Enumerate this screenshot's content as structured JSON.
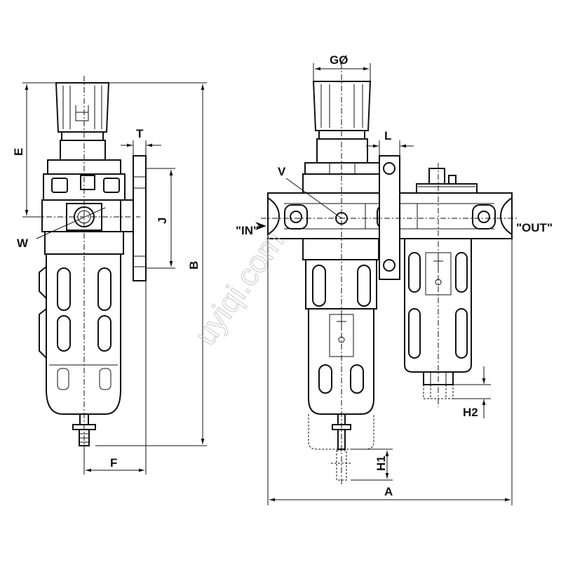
{
  "labels": {
    "E": "E",
    "T": "T",
    "J": "J",
    "W": "W",
    "B": "B",
    "F": "F",
    "G": "GØ",
    "L": "L",
    "V": "V",
    "IN": "\"IN\"",
    "OUT": "\"OUT\"",
    "H1": "H1",
    "H2": "H2",
    "A": "A"
  },
  "watermark": "uyiqi.com"
}
